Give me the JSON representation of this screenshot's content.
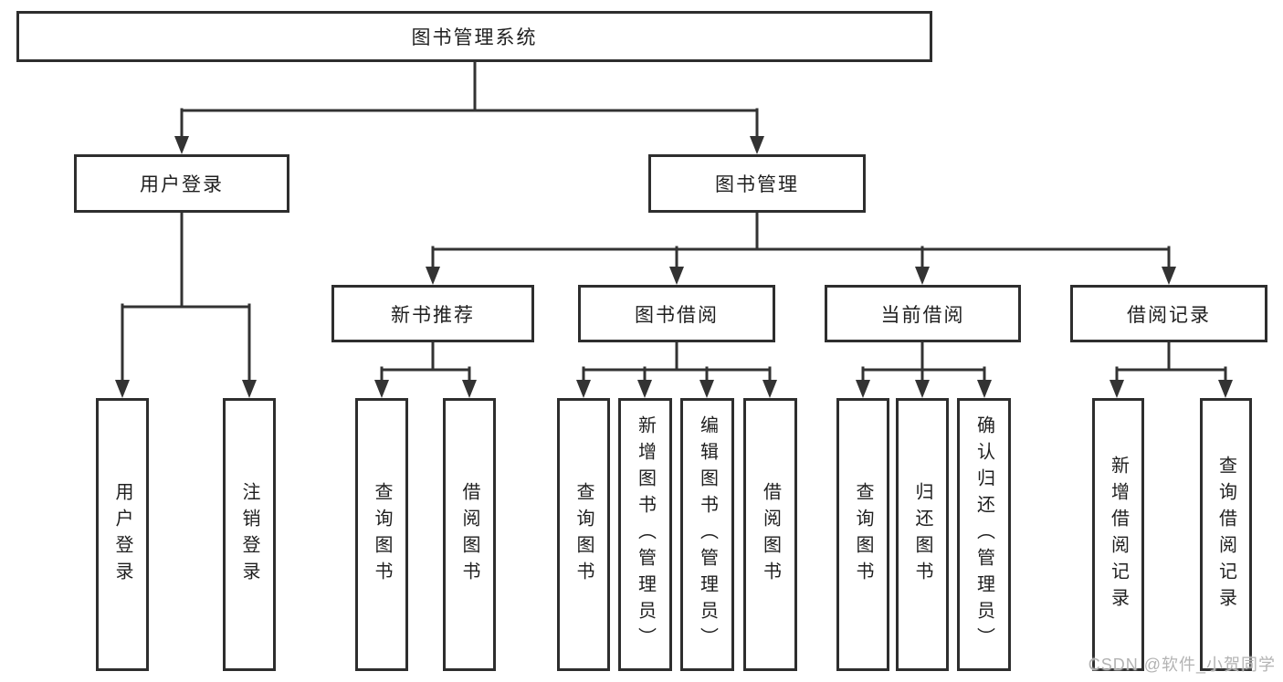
{
  "tree": {
    "root": {
      "label": "图书管理系统",
      "children": [
        {
          "label": "用户登录",
          "children": [
            {
              "label": "用户登录"
            },
            {
              "label": "注销登录"
            }
          ]
        },
        {
          "label": "图书管理",
          "children": [
            {
              "label": "新书推荐",
              "children": [
                {
                  "label": "查询图书"
                },
                {
                  "label": "借阅图书"
                }
              ]
            },
            {
              "label": "图书借阅",
              "children": [
                {
                  "label": "查询图书"
                },
                {
                  "label": "新增图书（管理员）"
                },
                {
                  "label": "编辑图书（管理员）"
                },
                {
                  "label": "借阅图书"
                }
              ]
            },
            {
              "label": "当前借阅",
              "children": [
                {
                  "label": "查询图书"
                },
                {
                  "label": "归还图书"
                },
                {
                  "label": "确认归还（管理员）"
                }
              ]
            },
            {
              "label": "借阅记录",
              "children": [
                {
                  "label": "新增借阅记录"
                },
                {
                  "label": "查询借阅记录"
                }
              ]
            }
          ]
        }
      ]
    }
  },
  "watermark": {
    "text": "CSDN @软件_小贺同学"
  },
  "colors": {
    "line": "#333333",
    "box_border": "#2e2e2e",
    "text": "#1f1f1f",
    "box_background": "#ffffff",
    "page_background": "#ffffff",
    "watermark": "#b3b3b3"
  }
}
